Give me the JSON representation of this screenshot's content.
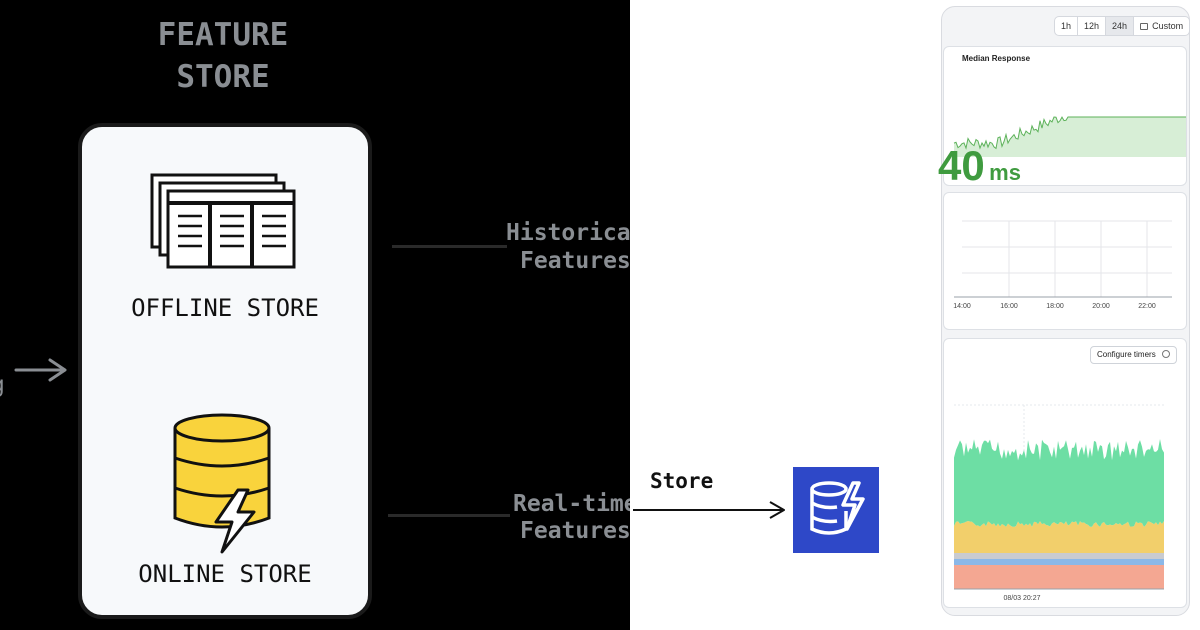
{
  "left": {
    "title_line1": "FEATURE",
    "title_line2": "STORE",
    "offline_label": "OFFLINE STORE",
    "online_label": "ONLINE STORE",
    "historical_line1": "Historica",
    "historical_line2": "Features",
    "realtime_line1": "Real-time",
    "realtime_line2": "Features",
    "left_fragment": "g",
    "colors": {
      "card_bg": "#f7f9fb",
      "db_yellow": "#f9d33c",
      "muted_text": "#8a8e93"
    }
  },
  "middle": {
    "store_label": "Store",
    "icons": [
      "arrow-right-icon",
      "dynamodb-icon"
    ],
    "colors": {
      "dynamo_bg": "#2e48c8"
    }
  },
  "right": {
    "time_ranges": [
      "1h",
      "12h",
      "24h",
      "Custom"
    ],
    "selected_range": "24h",
    "median_title": "Median Response",
    "median_value": "40",
    "median_unit": "ms",
    "hour_ticks": [
      "14:00",
      "16:00",
      "18:00",
      "20:00",
      "22:00"
    ],
    "configure_label": "Configure timers",
    "date_tick": "08/03 20:27",
    "colors": {
      "accent_green": "#3f9b3f",
      "area_green": "#6ddea4",
      "area_yellow": "#f2cf6b",
      "area_blue": "#8bb8e8",
      "area_salmon": "#f4a792"
    }
  }
}
